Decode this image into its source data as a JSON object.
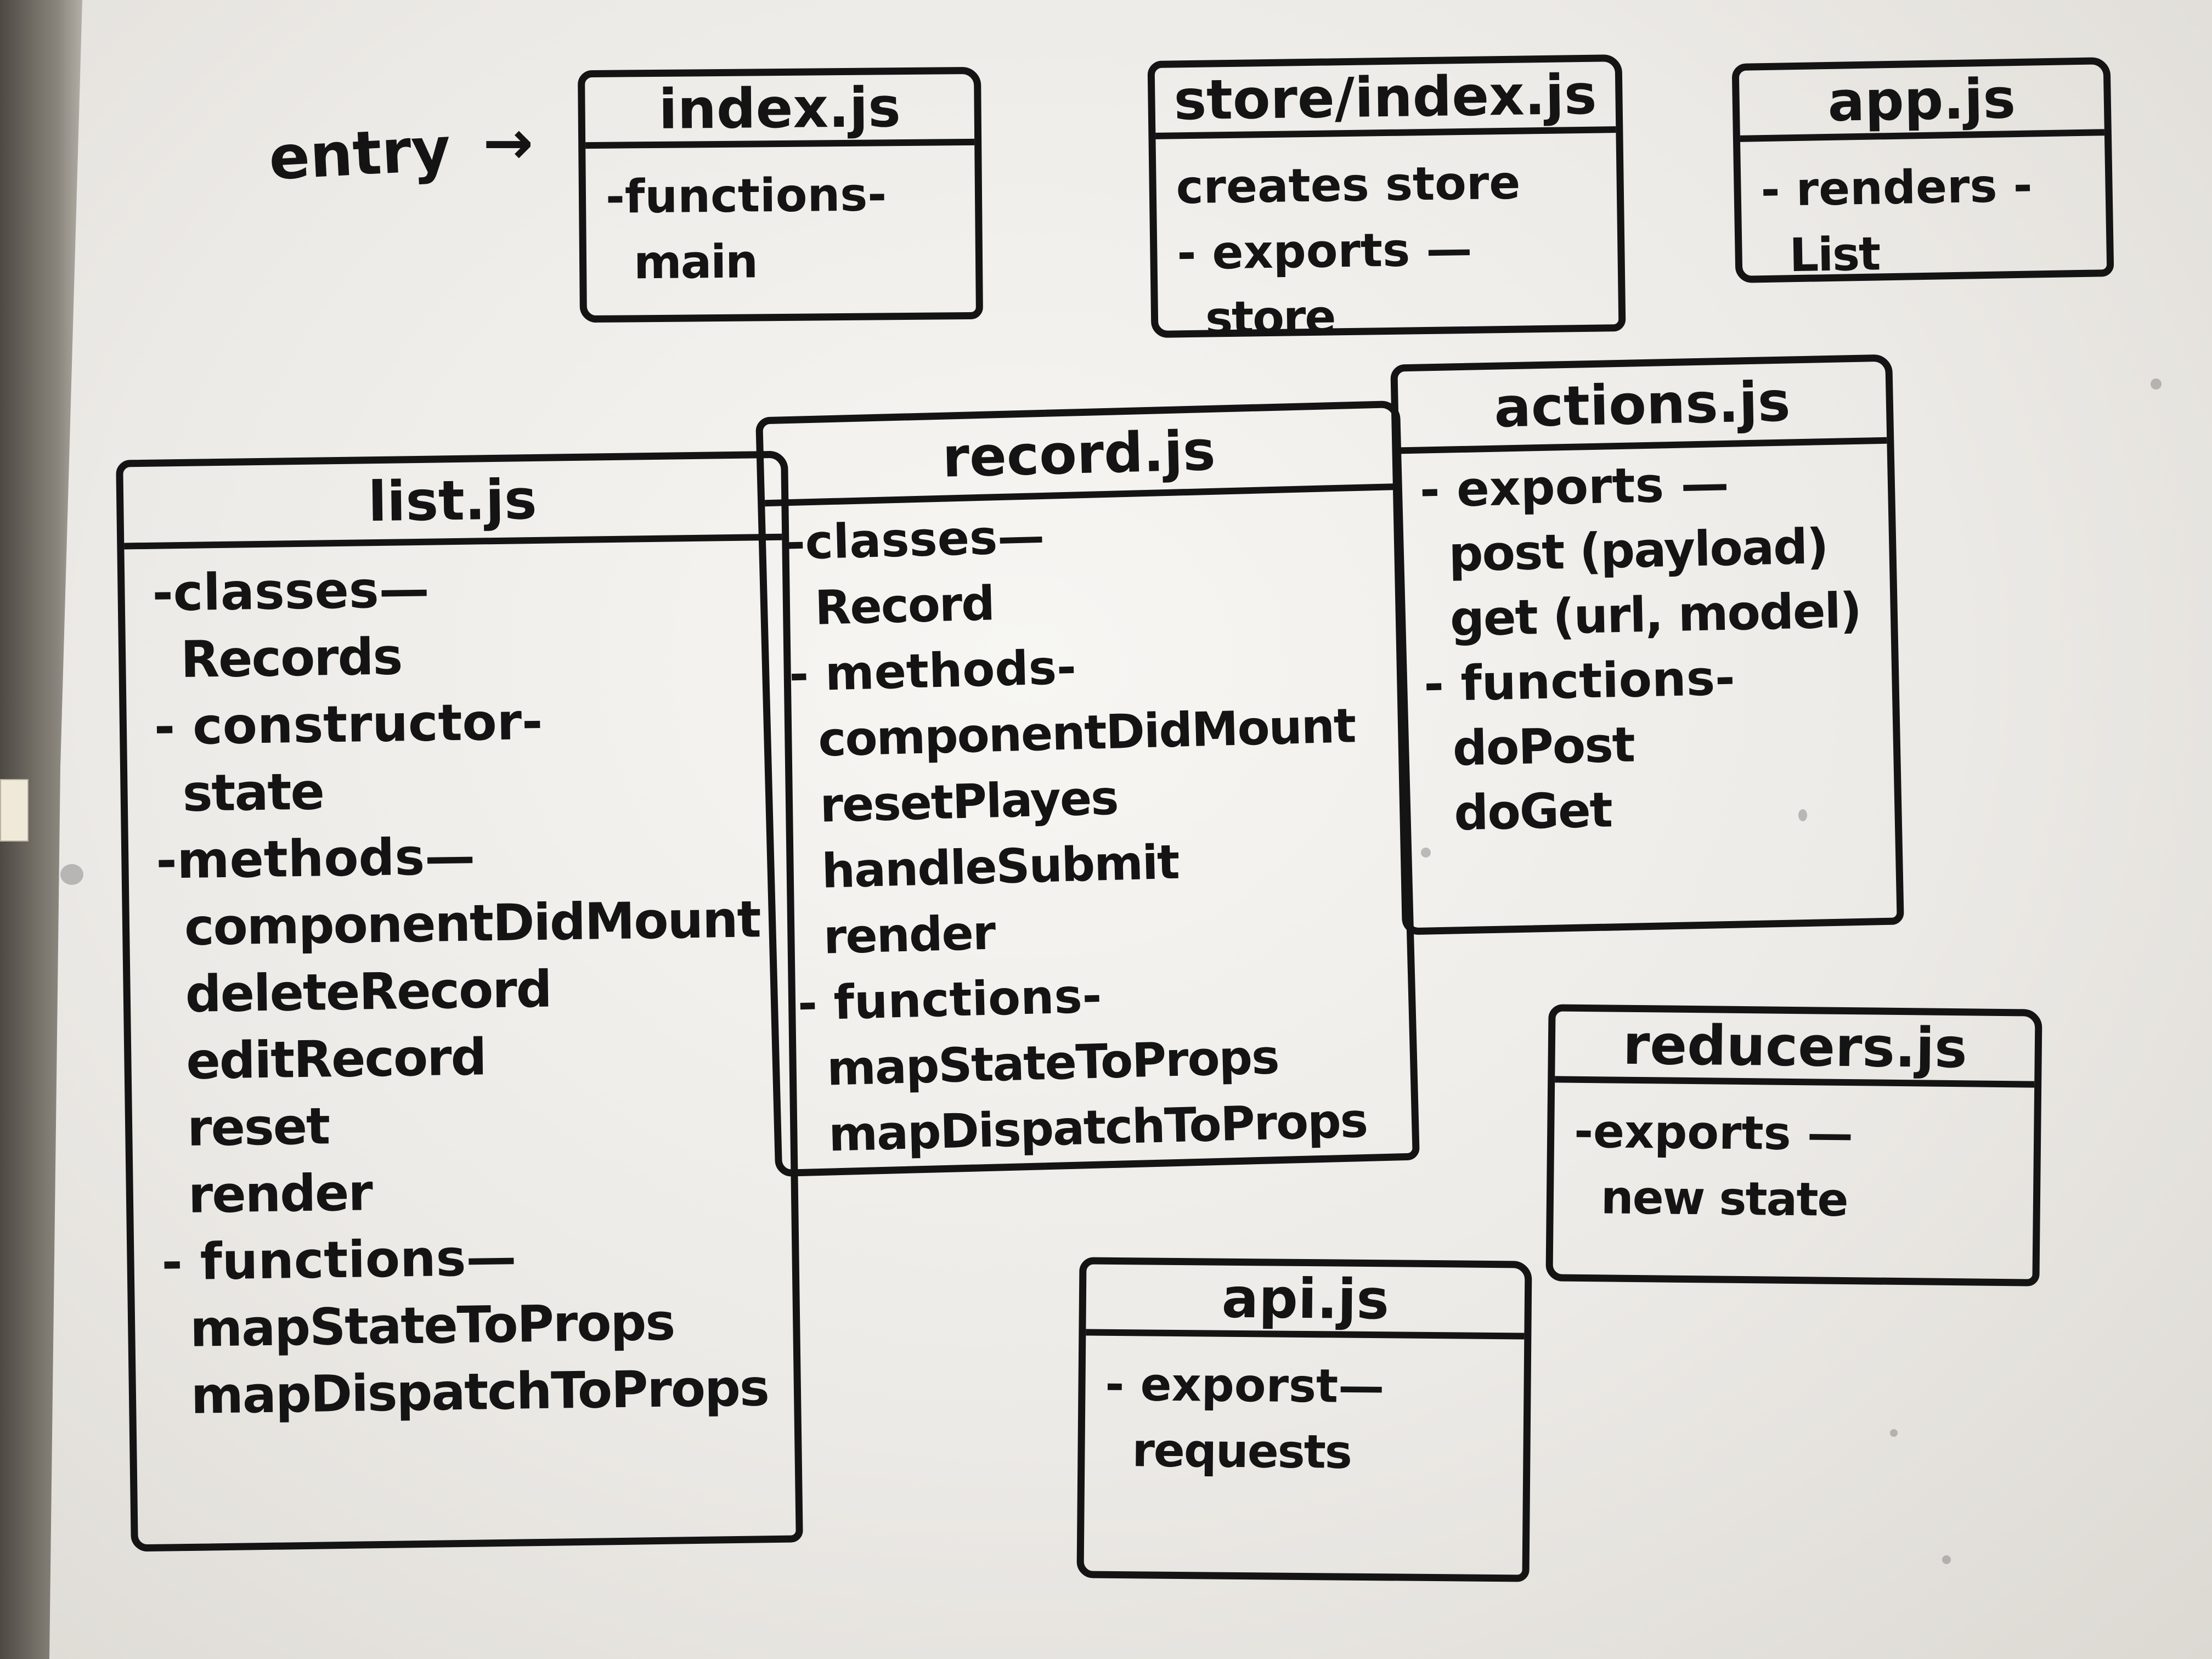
{
  "entry_label": "entry",
  "arrow_glyph": "→",
  "boxes": {
    "index": {
      "title": "index.js",
      "lines": [
        "-functions-",
        "main"
      ]
    },
    "store": {
      "title": "store/index.js",
      "lines": [
        "creates store",
        "- exports —",
        "store"
      ]
    },
    "app": {
      "title": "app.js",
      "lines": [
        "- renders -",
        "List"
      ]
    },
    "actions": {
      "title": "actions.js",
      "lines": [
        "- exports —",
        "post (payload)",
        "get (url, model)",
        "- functions-",
        "doPost",
        "doGet"
      ]
    },
    "record": {
      "title": "record.js",
      "lines": [
        "-classes—",
        "Record",
        "- methods-",
        "componentDidMount",
        "resetPlayes",
        "handleSubmit",
        "render",
        "- functions-",
        "mapStateToProps",
        "mapDispatchToProps"
      ]
    },
    "list": {
      "title": "list.js",
      "lines": [
        "-classes—",
        "Records",
        "- constructor-",
        "state",
        "-methods—",
        "componentDidMount",
        "deleteRecord",
        "editRecord",
        "reset",
        "render",
        "- functions—",
        "mapStateToProps",
        "mapDispatchToProps"
      ]
    },
    "reducers": {
      "title": "reducers.js",
      "lines": [
        "-exports —",
        "new state"
      ]
    },
    "api": {
      "title": "api.js",
      "lines": [
        "- exporst—",
        "requests"
      ]
    }
  }
}
